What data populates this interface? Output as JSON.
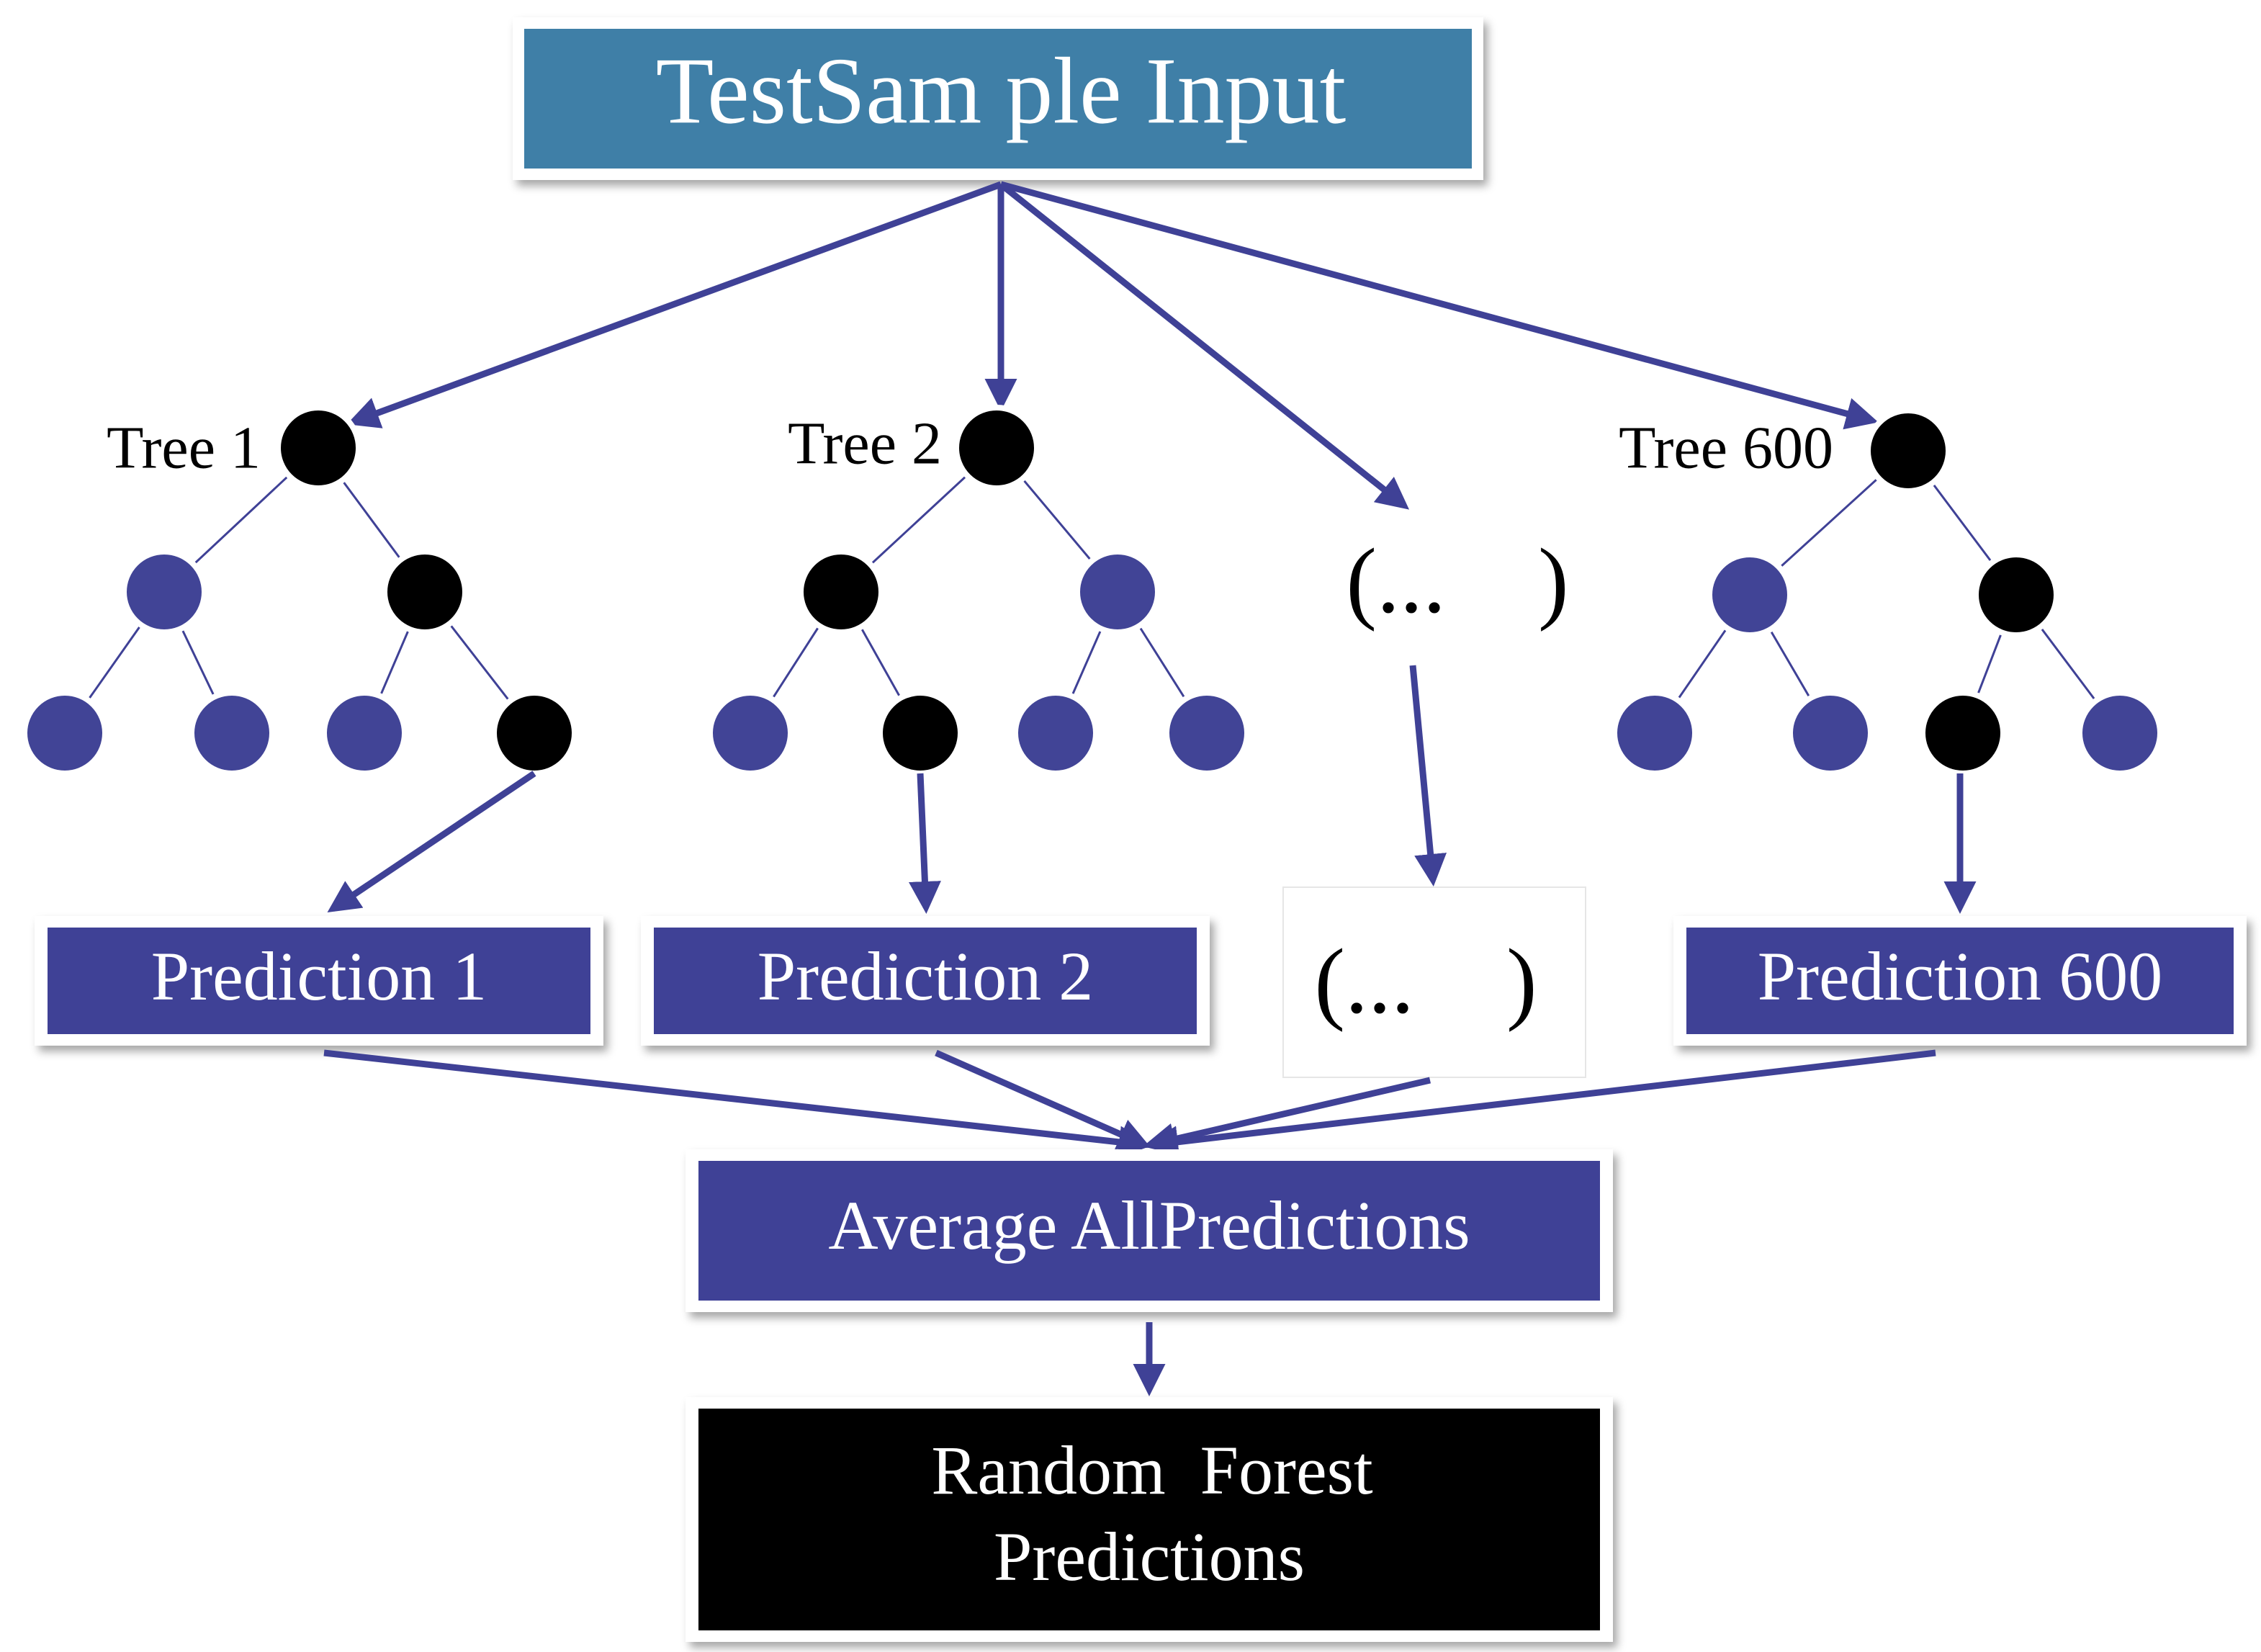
{
  "input_box": {
    "label": "TestSam ple Input",
    "color": "#3f7fa7"
  },
  "trees": [
    {
      "label": "Tree 1"
    },
    {
      "label": "Tree 2"
    },
    {
      "label": "Tree 600"
    }
  ],
  "ellipsis": {
    "middle": "(...    )",
    "prediction": "(...    )"
  },
  "predictions": [
    {
      "label": "Prediction 1"
    },
    {
      "label": "Prediction 2"
    },
    {
      "label": "Prediction 600"
    }
  ],
  "average_box": {
    "label": "Average AllPredictions"
  },
  "output_box": {
    "line1": "Random  Forest",
    "line2": "Predictions"
  },
  "colors": {
    "node_blue": "#414496",
    "node_black": "#000000",
    "arrow": "#3f4196",
    "box_blue": "#3f4196",
    "input_blue": "#3f7fa7",
    "output_black": "#000000"
  }
}
